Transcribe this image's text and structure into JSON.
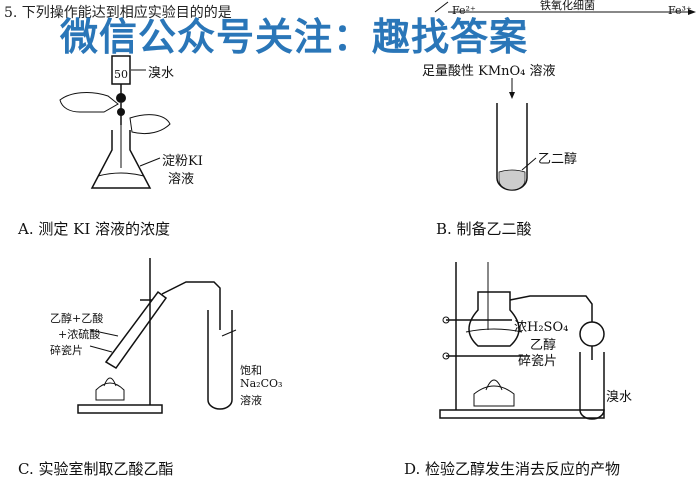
{
  "question": {
    "text": "5. 下列操作能达到相应实验目的的是"
  },
  "watermark": "微信公众号关注：趣找答案",
  "top_right": {
    "left_text": "Fe²⁺",
    "label": "铁氧化细菌",
    "right_text": "Fe³⁺"
  },
  "panel_a": {
    "bottle_number": "50",
    "reagent_top": "溴水",
    "reagent_flask_line1": "淀粉KI",
    "reagent_flask_line2": "溶液",
    "caption": "A.   测定 KI 溶液的浓度"
  },
  "panel_b": {
    "reagent_top": "足量酸性 KMnO₄ 溶液",
    "reagent_tube": "乙二醇",
    "caption": "B.  制备乙二酸"
  },
  "panel_c": {
    "label1": "乙醇+乙酸",
    "label2": "+浓硫酸",
    "label3": "碎瓷片",
    "tube_label1": "饱和",
    "tube_label2": "Na₂CO₃",
    "tube_label3": "溶液",
    "caption": "C.  实验室制取乙酸乙酯"
  },
  "panel_d": {
    "label1": "浓H₂SO₄",
    "label2": "乙醇",
    "label3": "碎瓷片",
    "tube_label": "溴水",
    "caption": "D.  检验乙醇发生消去反应的产物"
  }
}
